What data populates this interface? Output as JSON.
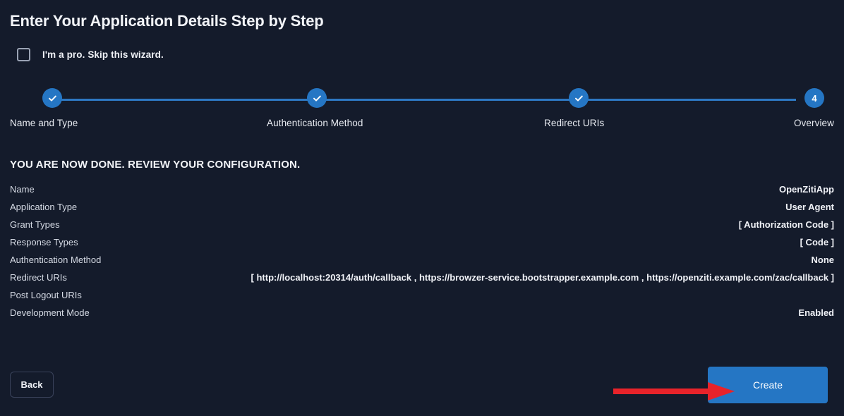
{
  "page": {
    "title": "Enter Your Application Details Step by Step",
    "background_color": "#141b2b",
    "accent_color": "#2576c4",
    "annotation_color": "#e8232a"
  },
  "skip_wizard": {
    "label": "I'm a pro. Skip this wizard.",
    "checked": false
  },
  "stepper": {
    "current_step": 4,
    "steps": [
      {
        "number": "1",
        "label": "Name and Type",
        "state": "complete",
        "icon": "check-icon"
      },
      {
        "number": "2",
        "label": "Authentication Method",
        "state": "complete",
        "icon": "check-icon"
      },
      {
        "number": "3",
        "label": "Redirect URIs",
        "state": "complete",
        "icon": "check-icon"
      },
      {
        "number": "4",
        "label": "Overview",
        "state": "current",
        "icon": "step-number"
      }
    ]
  },
  "review": {
    "heading": "YOU ARE NOW DONE. REVIEW YOUR CONFIGURATION.",
    "rows": [
      {
        "key": "Name",
        "value": "OpenZitiApp"
      },
      {
        "key": "Application Type",
        "value": "User Agent"
      },
      {
        "key": "Grant Types",
        "value": "[ Authorization Code ]"
      },
      {
        "key": "Response Types",
        "value": "[ Code ]"
      },
      {
        "key": "Authentication Method",
        "value": "None"
      },
      {
        "key": "Redirect URIs",
        "value": "[ http://localhost:20314/auth/callback , https://browzer-service.bootstrapper.example.com , https://openziti.example.com/zac/callback ]"
      },
      {
        "key": "Post Logout URIs",
        "value": ""
      },
      {
        "key": "Development Mode",
        "value": "Enabled"
      }
    ]
  },
  "footer": {
    "back_label": "Back",
    "create_label": "Create"
  }
}
